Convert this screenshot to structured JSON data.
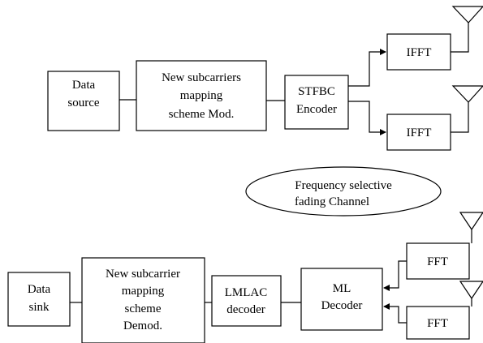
{
  "transmitter": {
    "data_source": [
      "Data",
      "source"
    ],
    "mapping": [
      "New subcarriers",
      "mapping",
      "scheme Mod."
    ],
    "encoder": [
      "STFBC",
      "Encoder"
    ],
    "ifft_top": "IFFT",
    "ifft_bottom": "IFFT"
  },
  "channel": [
    "Frequency selective",
    "fading Channel"
  ],
  "receiver": {
    "data_sink": [
      "Data",
      "sink"
    ],
    "demapping": [
      "New subcarrier",
      "mapping",
      "scheme",
      "Demod."
    ],
    "lmlac": [
      "LMLAC",
      "decoder"
    ],
    "ml_decoder": [
      "ML",
      "Decoder"
    ],
    "fft_top": "FFT",
    "fft_bottom": "FFT"
  }
}
